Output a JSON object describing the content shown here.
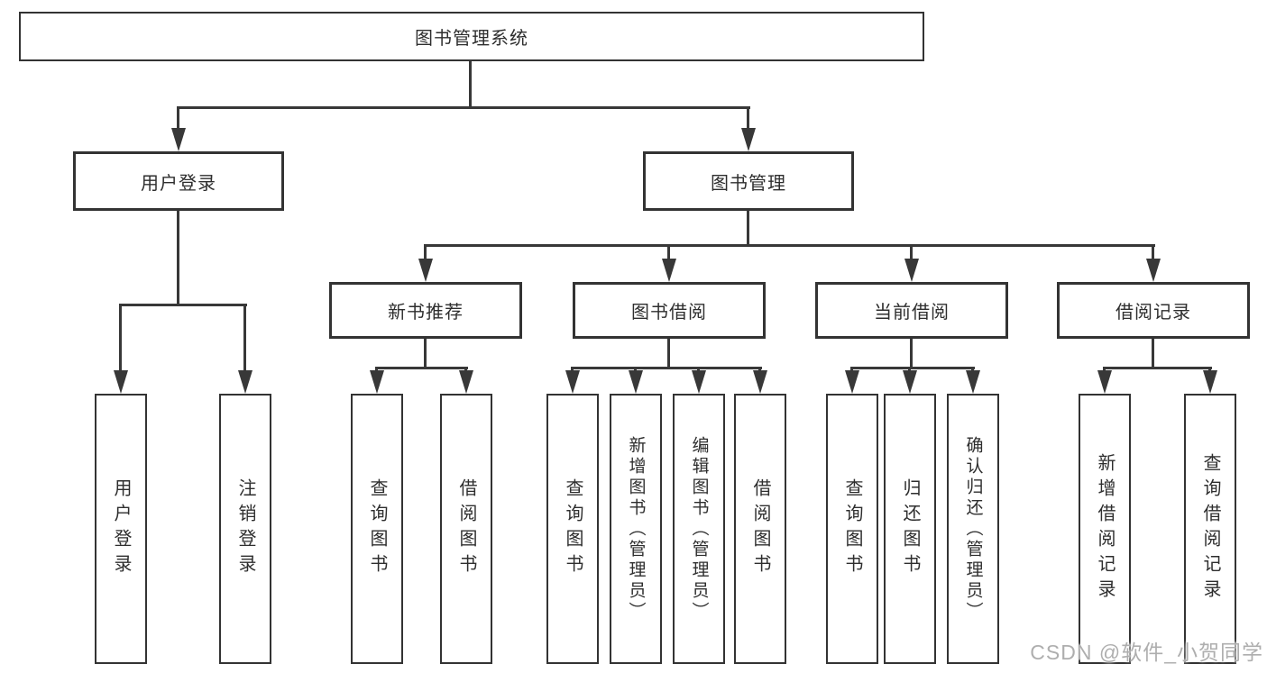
{
  "tree": {
    "root": {
      "label": "图书管理系统",
      "children": [
        {
          "label": "用户登录",
          "children": [
            {
              "label": "用户登录"
            },
            {
              "label": "注销登录"
            }
          ]
        },
        {
          "label": "图书管理",
          "children": [
            {
              "label": "新书推荐",
              "children": [
                {
                  "label": "查询图书"
                },
                {
                  "label": "借阅图书"
                }
              ]
            },
            {
              "label": "图书借阅",
              "children": [
                {
                  "label": "查询图书"
                },
                {
                  "label": "新增图书（管理员）"
                },
                {
                  "label": "编辑图书（管理员）"
                },
                {
                  "label": "借阅图书"
                }
              ]
            },
            {
              "label": "当前借阅",
              "children": [
                {
                  "label": "查询图书"
                },
                {
                  "label": "归还图书"
                },
                {
                  "label": "确认归还（管理员）"
                }
              ]
            },
            {
              "label": "借阅记录",
              "children": [
                {
                  "label": "新增借阅记录"
                },
                {
                  "label": "查询借阅记录"
                }
              ]
            }
          ]
        }
      ]
    }
  },
  "watermark": {
    "text": "CSDN @软件_小贺同学"
  },
  "colors": {
    "box_border": "#333333",
    "connector_line": "#383838",
    "text": "#2e2e2e",
    "watermark_text": "#aeaeae",
    "background": "#ffffff"
  }
}
